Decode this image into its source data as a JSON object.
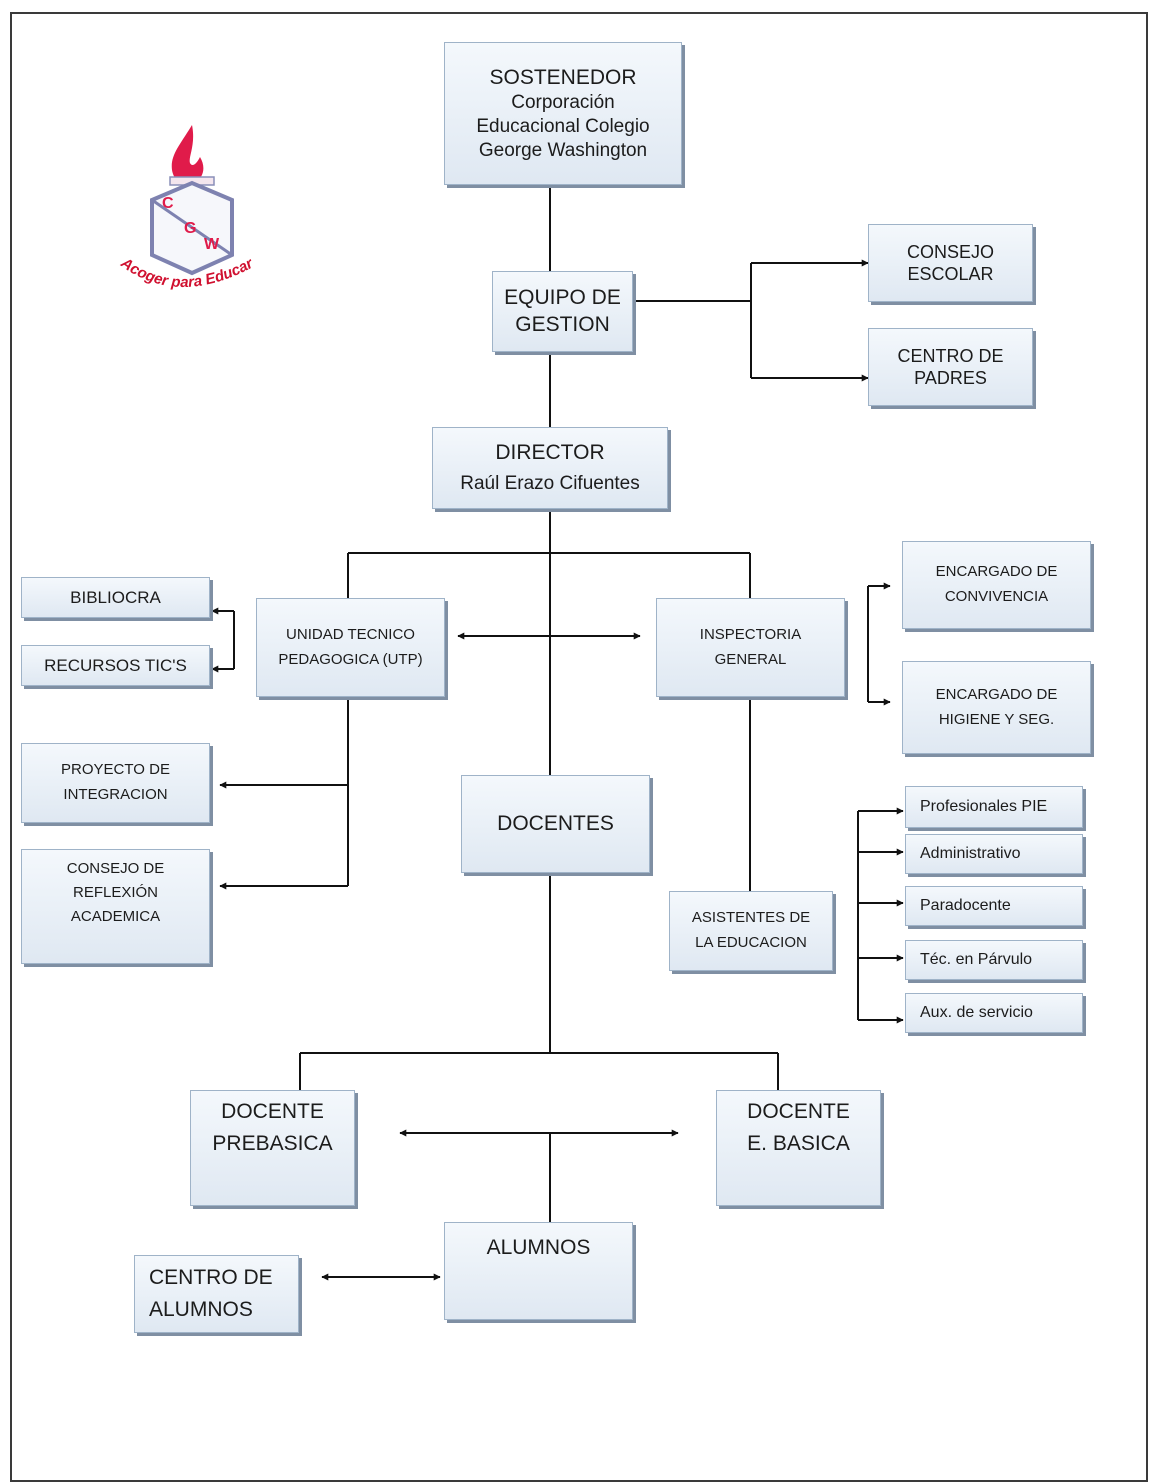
{
  "logo": {
    "letters": [
      "C",
      "G",
      "W"
    ],
    "motto": "Acoger para Educar",
    "flame_color": "#e01b4a",
    "motto_color": "#d0102f"
  },
  "nodes": {
    "sostenedor": [
      "SOSTENEDOR",
      "Corporación",
      "Educacional Colegio",
      "George Washington"
    ],
    "equipo_gestion": [
      "EQUIPO DE",
      "GESTION"
    ],
    "consejo_escolar": [
      "CONSEJO",
      "ESCOLAR"
    ],
    "centro_padres": [
      "CENTRO DE",
      "PADRES"
    ],
    "director": [
      "DIRECTOR",
      "Raúl Erazo Cifuentes"
    ],
    "bibliocra": [
      "BIBLIOCRA"
    ],
    "recursos_tic": [
      "RECURSOS TIC'S"
    ],
    "utp": [
      "UNIDAD TECNICO",
      "PEDAGOGICA (UTP)"
    ],
    "inspectoria": [
      "INSPECTORIA",
      "GENERAL"
    ],
    "convivencia": [
      "ENCARGADO DE",
      "CONVIVENCIA"
    ],
    "higiene": [
      "ENCARGADO DE",
      "HIGIENE Y  SEG."
    ],
    "proyecto_integracion": [
      "PROYECTO DE",
      "INTEGRACION"
    ],
    "docentes": [
      "DOCENTES"
    ],
    "consejo_reflexion": [
      "CONSEJO DE",
      "REFLEXIÓN",
      "ACADEMICA"
    ],
    "asistentes": [
      "ASISTENTES DE",
      "LA EDUCACION"
    ],
    "profesionales_pie": [
      "Profesionales  PIE"
    ],
    "administrativo": [
      "Administrativo"
    ],
    "paradocente": [
      "Paradocente"
    ],
    "tec_parvulo": [
      "Téc. en Párvulo"
    ],
    "aux_servicio": [
      "Aux. de servicio"
    ],
    "docente_prebasica": [
      "DOCENTE",
      "PREBASICA"
    ],
    "docente_basica": [
      "DOCENTE",
      "E. BASICA"
    ],
    "alumnos": [
      "ALUMNOS"
    ],
    "centro_alumnos": [
      "CENTRO DE",
      "ALUMNOS"
    ]
  },
  "colors": {
    "line": "#111111",
    "box_border": "#9fb3c8",
    "box_shadow": "#7f8fa3"
  }
}
